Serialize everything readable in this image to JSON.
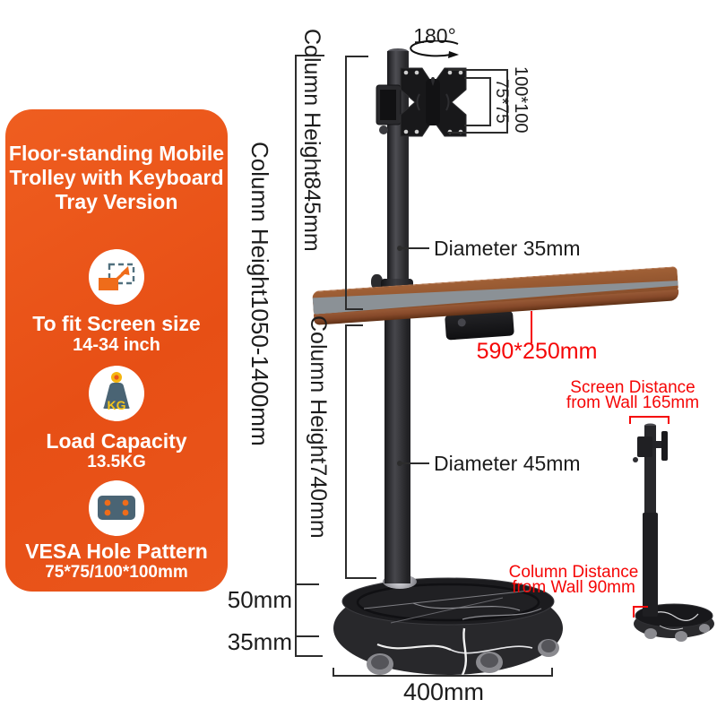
{
  "panel": {
    "title_lines": [
      "Floor-standing Mobile",
      "Trolley with Keyboard",
      "Tray Version"
    ],
    "features": {
      "screen": {
        "label": "To fit Screen size",
        "value": "14-34 inch"
      },
      "load": {
        "label": "Load Capacity",
        "value": "13.5KG",
        "badge": "KG"
      },
      "vesa": {
        "label": "VESA Hole Pattern",
        "value": "75*75/100*100mm"
      }
    }
  },
  "diagram": {
    "rotation": "180°",
    "vesa_outer": "100*100",
    "vesa_inner": "75*75",
    "column_height_upper": "Column Height845mm",
    "column_height_total": "Column Height1050-1400mm",
    "column_height_lower": "Column Height740mm",
    "diameter_upper": "Diameter 35mm",
    "diameter_lower": "Diameter 45mm",
    "tray_size": "590*250mm",
    "base_height": "50mm",
    "wheel_height": "35mm",
    "base_diameter": "400mm"
  },
  "side_view": {
    "screen_distance_lines": [
      "Screen Distance",
      "from Wall 165mm"
    ],
    "column_distance_lines": [
      "Column Distance",
      "from Wall 90mm"
    ]
  },
  "colors": {
    "panel_orange": "#e9541b",
    "highlight_red": "#f50606",
    "ink": "#1c1c1c",
    "icon_slate": "#4a6474",
    "icon_orange": "#ef6c1a",
    "icon_yellow": "#f5c51a",
    "wood_brown": "#95562f",
    "tray_gray": "#8b9196",
    "metal_black": "#28282b"
  }
}
